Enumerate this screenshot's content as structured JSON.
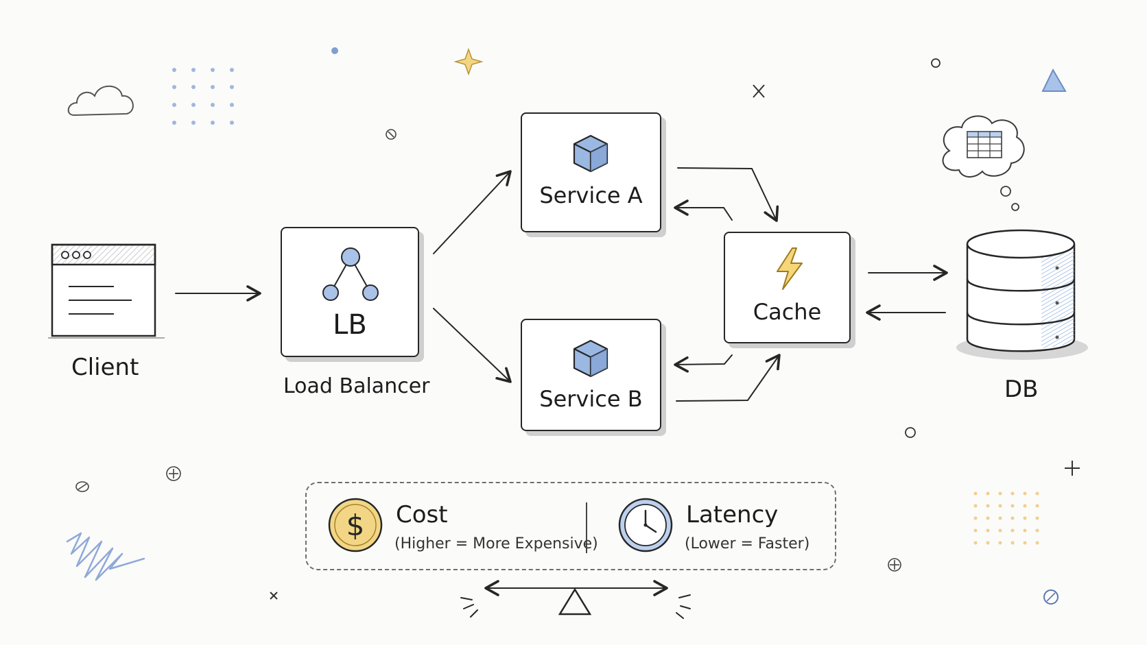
{
  "nodes": {
    "client": {
      "label": "Client"
    },
    "lb": {
      "inner_label": "LB",
      "caption": "Load Balancer"
    },
    "service_a": {
      "label": "Service A"
    },
    "service_b": {
      "label": "Service B"
    },
    "cache": {
      "label": "Cache"
    },
    "db": {
      "label": "DB"
    }
  },
  "edges": [
    {
      "from": "Client",
      "to": "LB"
    },
    {
      "from": "LB",
      "to": "Service A"
    },
    {
      "from": "LB",
      "to": "Service B"
    },
    {
      "from": "Service A",
      "to": "Cache"
    },
    {
      "from": "Cache",
      "to": "Service A"
    },
    {
      "from": "Cache",
      "to": "Service B"
    },
    {
      "from": "Service B",
      "to": "Cache"
    },
    {
      "from": "Cache",
      "to": "DB"
    },
    {
      "from": "DB",
      "to": "Cache"
    }
  ],
  "legend": {
    "cost": {
      "title": "Cost",
      "note": "(Higher = More Expensive)",
      "icon": "dollar-coin-icon"
    },
    "latency": {
      "title": "Latency",
      "note": "(Lower = Faster)",
      "icon": "clock-icon"
    },
    "balance_icon": "seesaw-icon"
  },
  "colors": {
    "ink": "#262626",
    "accent_blue": "#8fb0de",
    "coin_gold": "#f2d685",
    "bolt_yellow": "#f5d77a",
    "shadow": "#cfcfcf"
  }
}
